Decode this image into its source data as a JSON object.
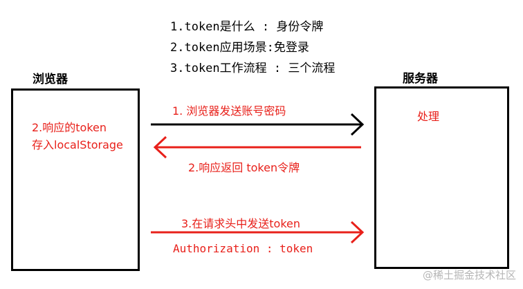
{
  "notes": [
    "1.token是什么 : 身份令牌",
    "2.token应用场景:免登录",
    "3.token工作流程 : 三个流程"
  ],
  "browser": {
    "title": "浏览器",
    "note_line1": "2.响应的token",
    "note_line2": "存入localStorage"
  },
  "server": {
    "title": "服务器",
    "note": "处理"
  },
  "arrows": {
    "step1": "1. 浏览器发送账号密码",
    "step2": "2.响应返回 token令牌",
    "step3": "3.在请求头中发送token",
    "step3_header": "Authorization : token"
  },
  "colors": {
    "accent": "#e8201a",
    "line": "#000000"
  },
  "watermark": "@稀土掘金技术社区"
}
